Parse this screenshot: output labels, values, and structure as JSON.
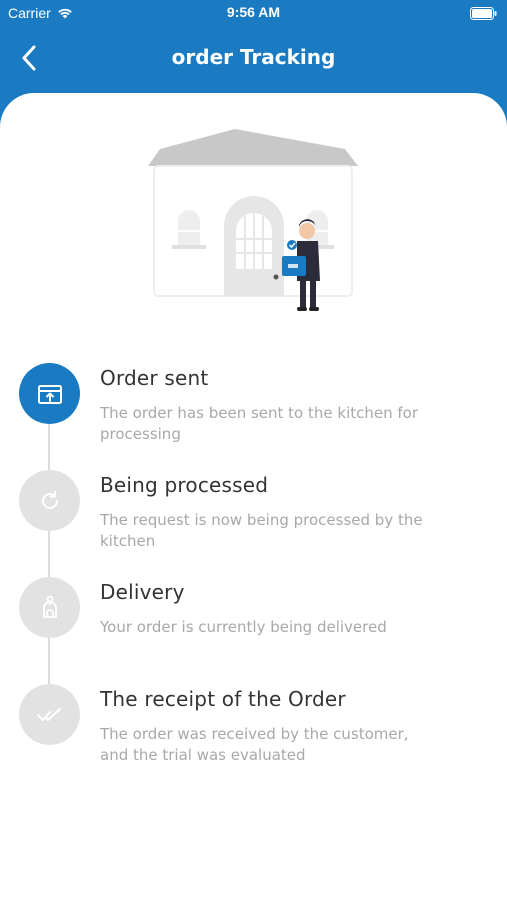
{
  "status_bar": {
    "carrier": "Carrier",
    "time": "9:56 AM",
    "wifi_icon": "wifi-icon",
    "battery_icon": "battery-icon"
  },
  "nav": {
    "title": "order Tracking",
    "back_icon": "chevron-left-icon"
  },
  "colors": {
    "primary": "#1a7bc3",
    "inactive": "#e2e2e2",
    "title_text": "#333333",
    "desc_text": "#a8a8a8"
  },
  "steps": [
    {
      "title": "Order sent",
      "description": "The order has been sent to the kitchen for processing",
      "icon": "box-upload-icon",
      "status": "active"
    },
    {
      "title": "Being processed",
      "description": "The request is now being processed by the kitchen",
      "icon": "refresh-icon",
      "status": "inactive"
    },
    {
      "title": "Delivery",
      "description": "Your order is currently being delivered",
      "icon": "scooter-icon",
      "status": "inactive"
    },
    {
      "title": "The receipt of the Order",
      "description": "The order was received by the customer, and the trial was evaluated",
      "icon": "double-check-icon",
      "status": "inactive"
    }
  ]
}
